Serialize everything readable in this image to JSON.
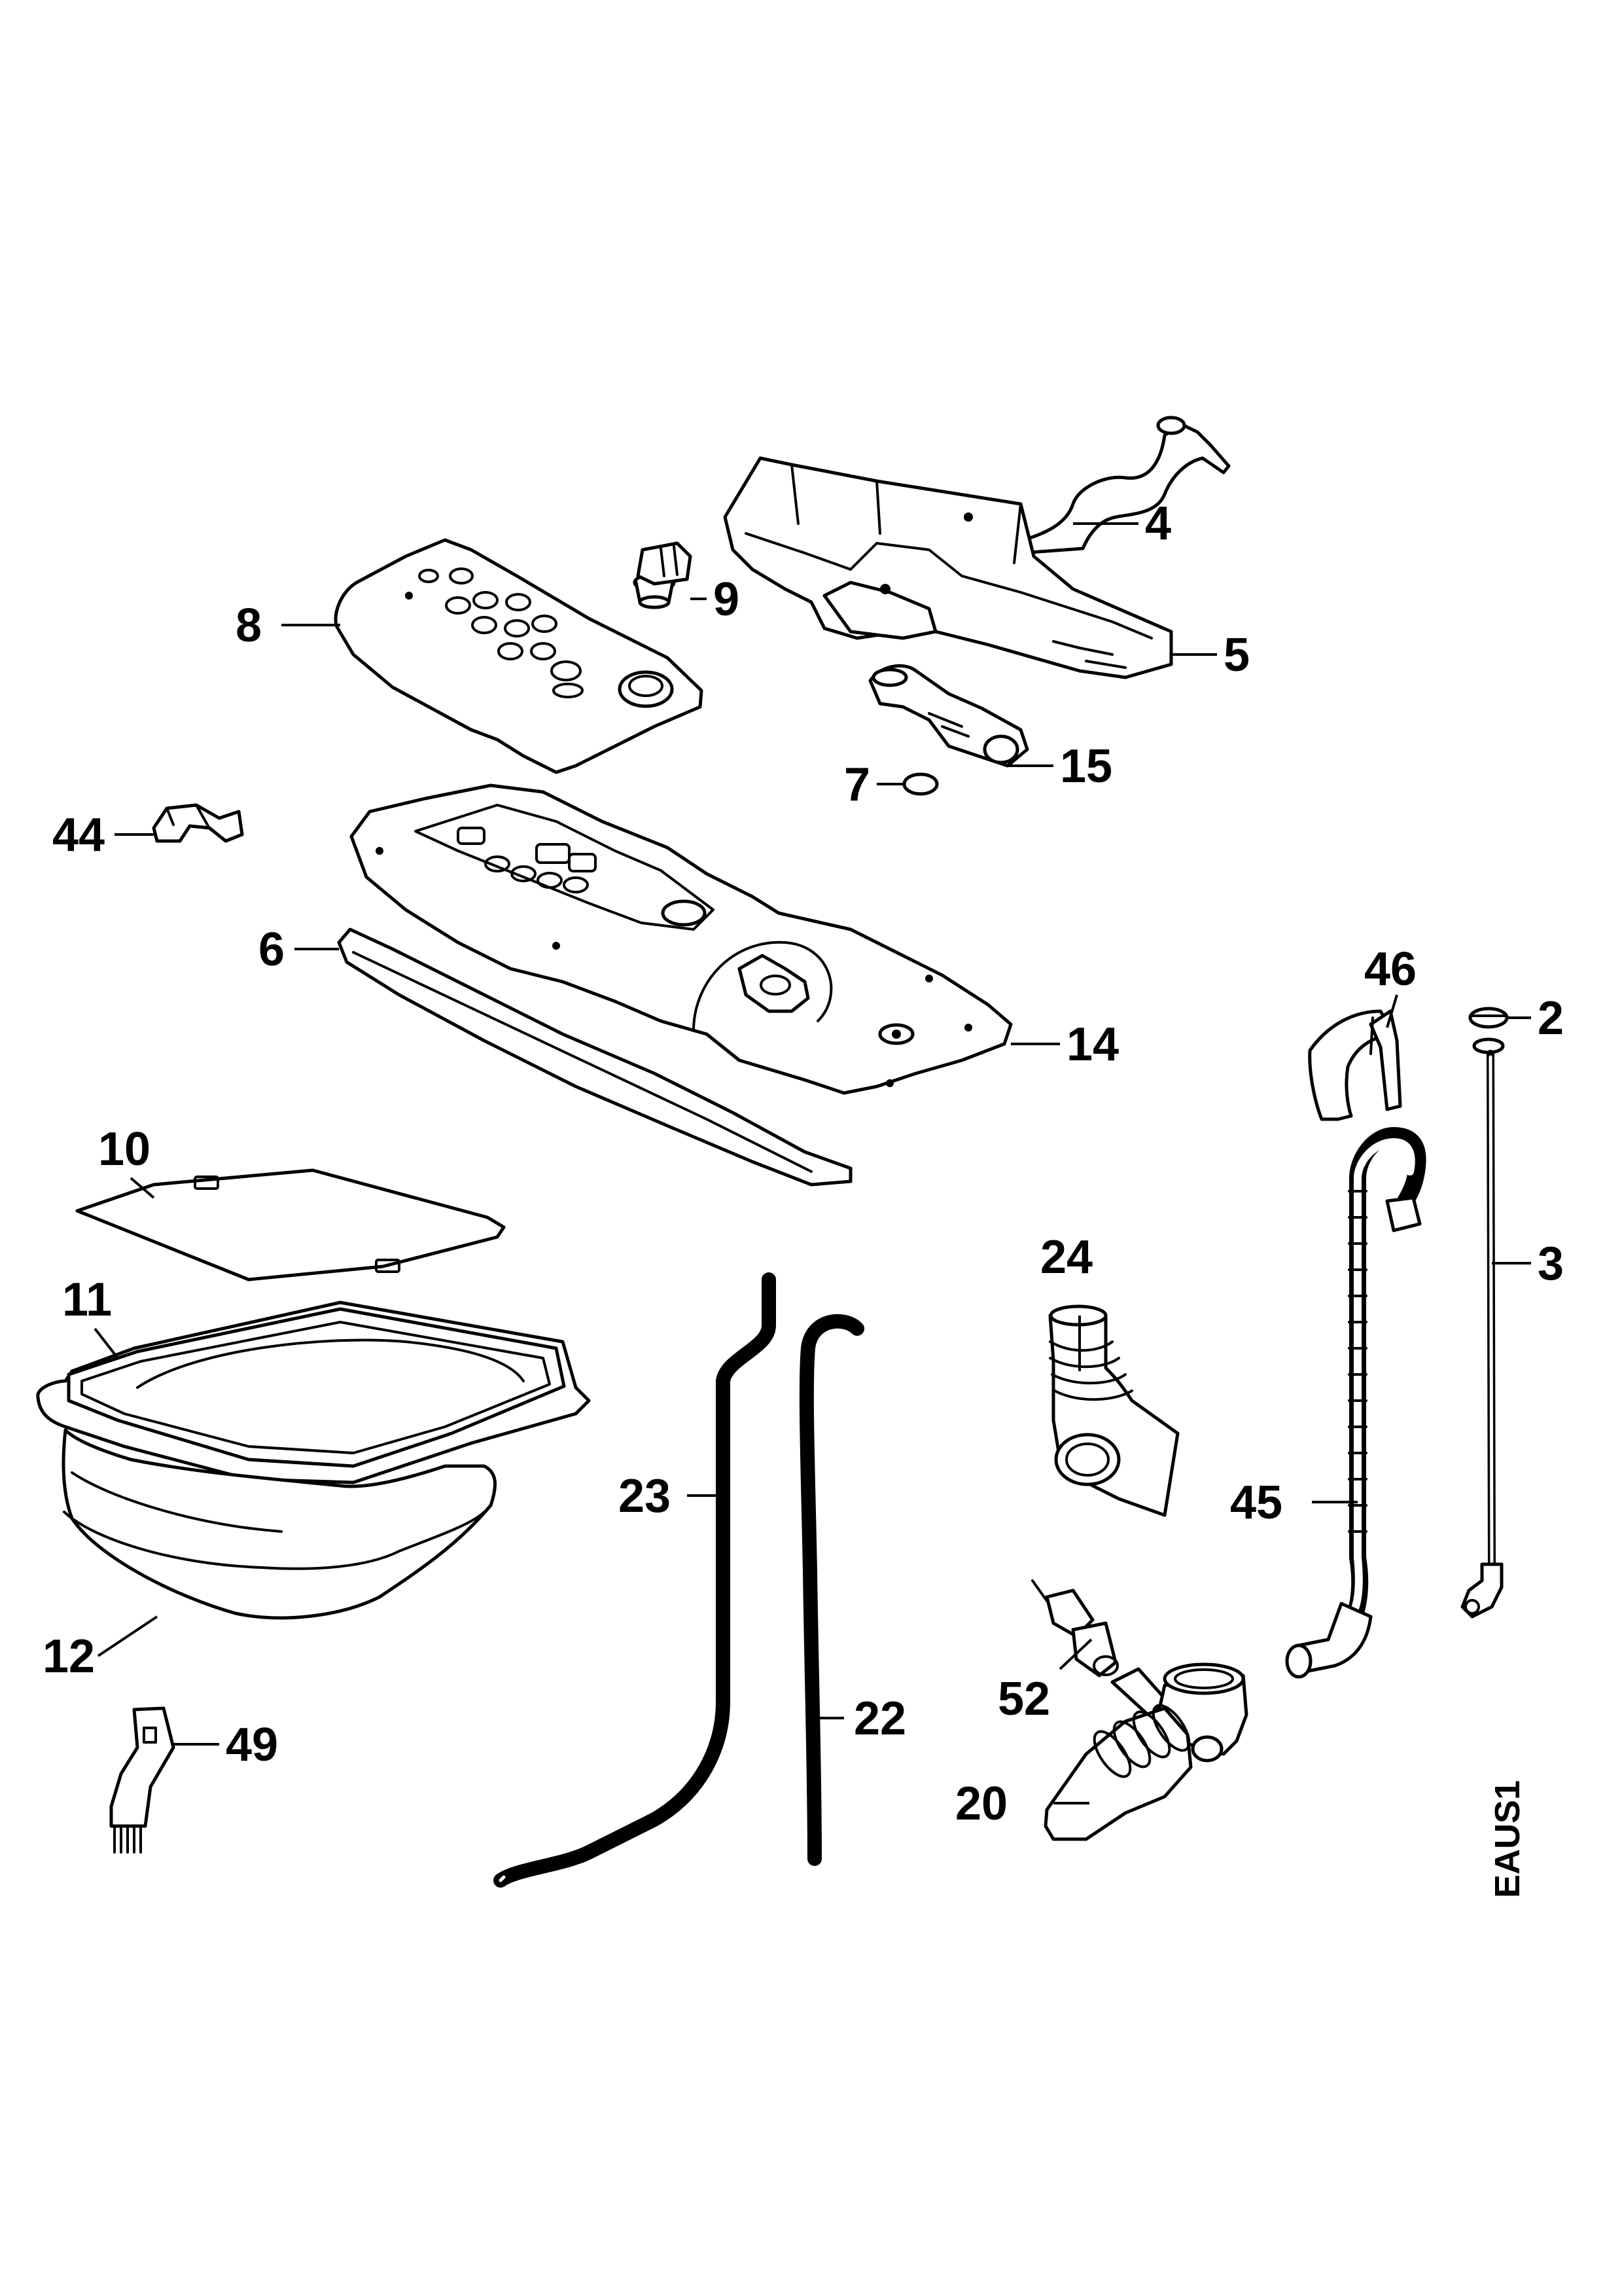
{
  "labels": {
    "p2": "2",
    "p3": "3",
    "p4": "4",
    "p5": "5",
    "p6": "6",
    "p7": "7",
    "p8": "8",
    "p9": "9",
    "p10": "10",
    "p11": "11",
    "p12": "12",
    "p14": "14",
    "p15": "15",
    "p20": "20",
    "p22": "22",
    "p23": "23",
    "p24": "24",
    "p44": "44",
    "p45": "45",
    "p46": "46",
    "p49": "49",
    "p52": "52"
  },
  "diagram_code": "EAUS1"
}
